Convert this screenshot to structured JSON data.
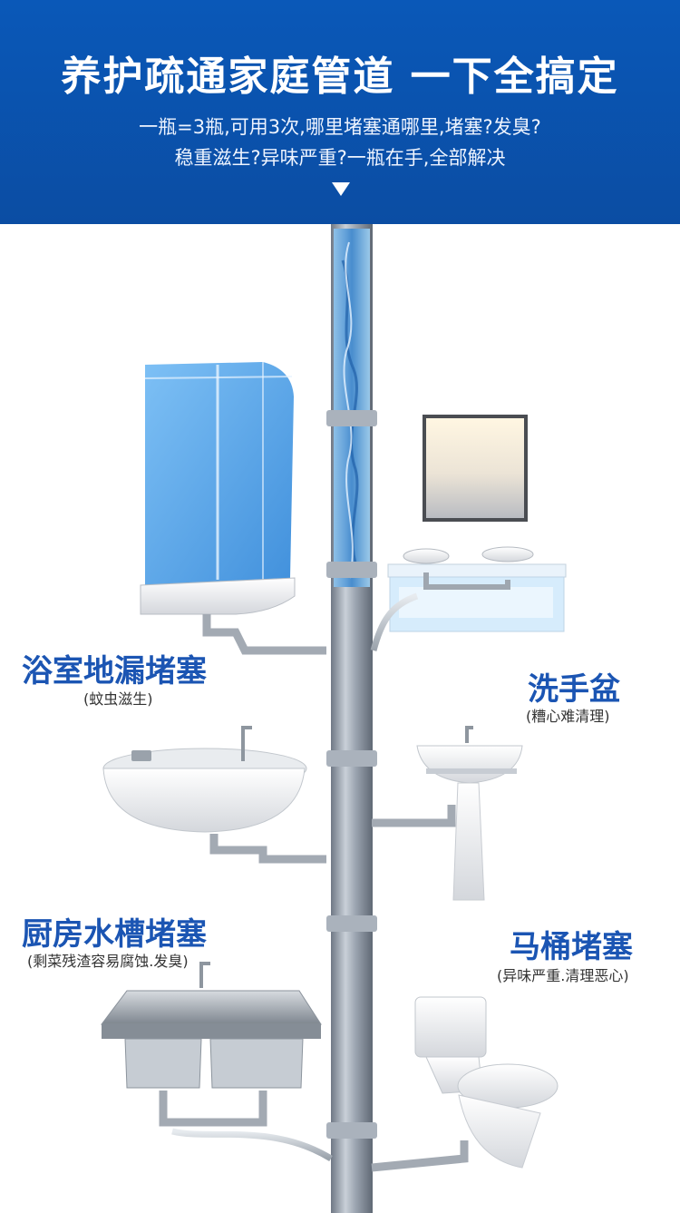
{
  "banner": {
    "title": "养护疏通家庭管道 一下全搞定",
    "subtitle_line1": "一瓶=3瓶,可用3次,哪里堵塞通哪里,堵塞?发臭?",
    "subtitle_line2": "稳重滋生?异味严重?一瓶在手,全部解决",
    "arrow_icon": "triangle-down-icon"
  },
  "labels": {
    "bathroom_floor_drain": {
      "title": "浴室地漏堵塞",
      "note": "(蚊虫滋生)"
    },
    "washbasin": {
      "title": "洗手盆",
      "note": "(糟心难清理)"
    },
    "kitchen_sink": {
      "title": "厨房水槽堵塞",
      "note": "(剩菜残渣容易腐蚀.发臭)"
    },
    "toilet": {
      "title": "马桶堵塞",
      "note": "(异味严重.清理恶心)"
    }
  },
  "colors": {
    "banner_blue": "#0b52ab",
    "label_blue": "#1b55b3",
    "pipe_gray": "#8e97a4",
    "water_blue": "#5fa8e6"
  }
}
